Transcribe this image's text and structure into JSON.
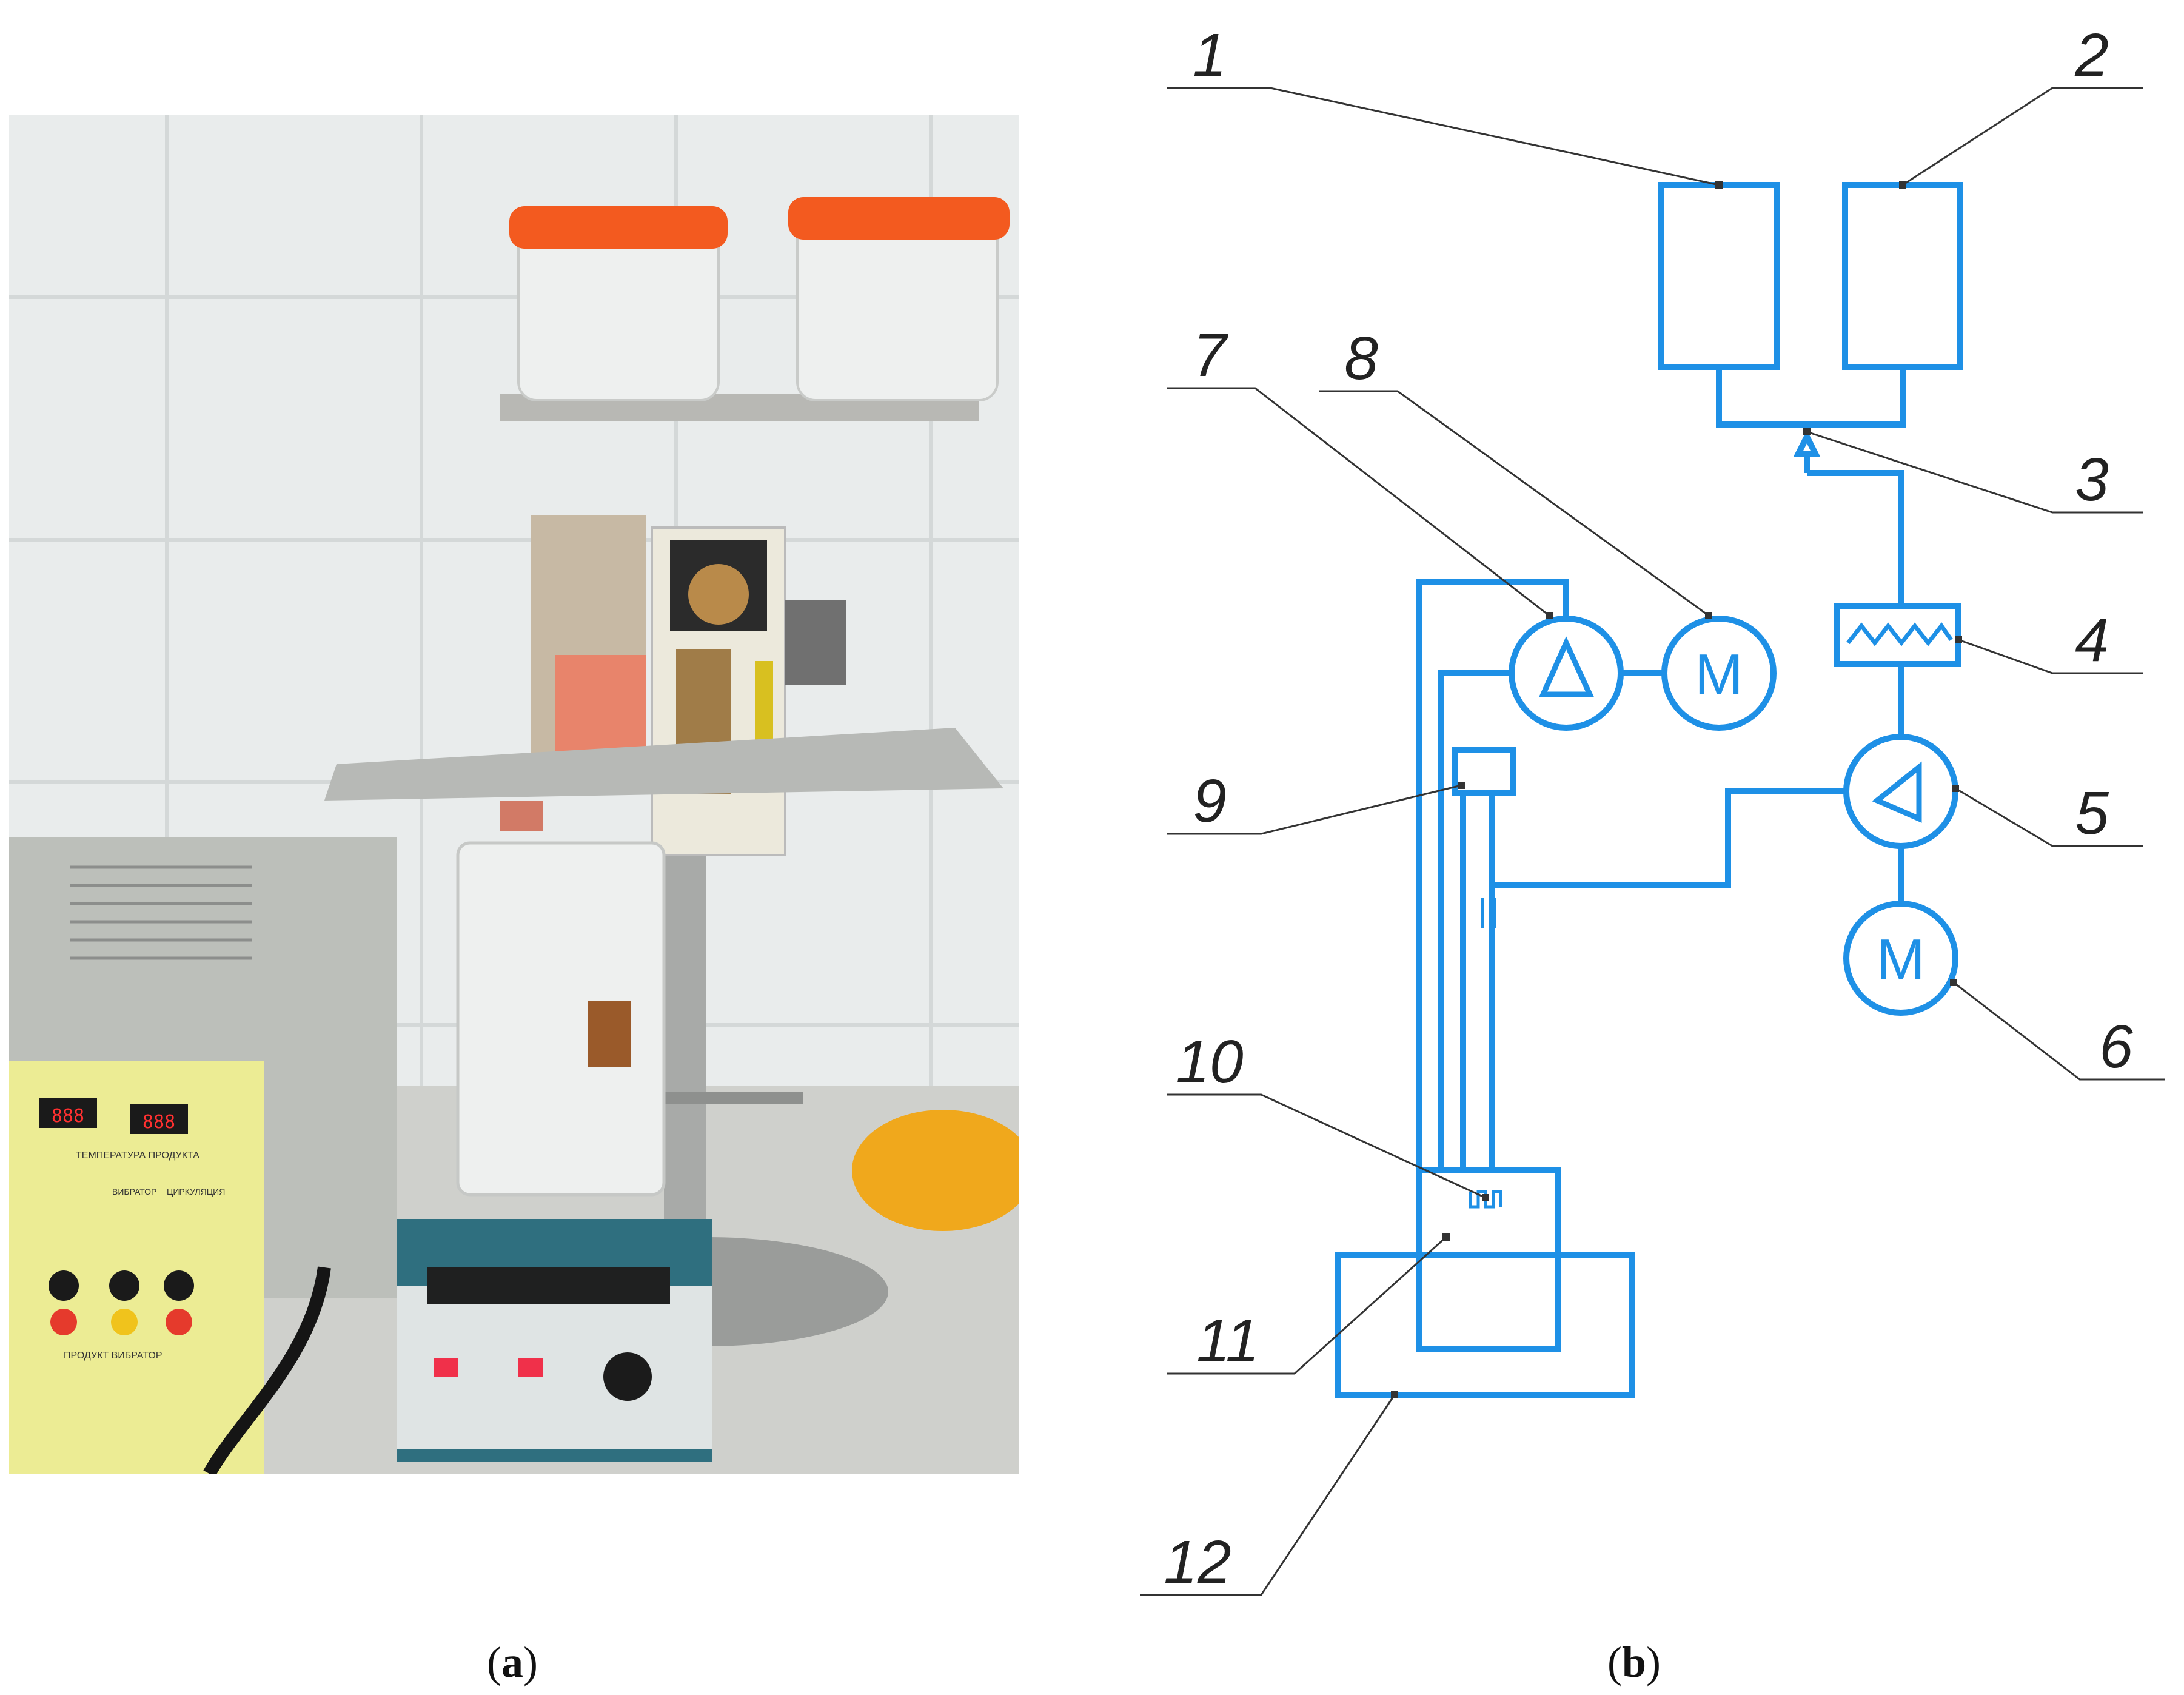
{
  "panels": {
    "a": {
      "caption_prefix": "(",
      "caption_letter": "a",
      "caption_suffix": ")"
    },
    "b": {
      "caption_prefix": "(",
      "caption_letter": "b",
      "caption_suffix": ")"
    }
  },
  "photo": {
    "panel_labels": {
      "temperature": "ТЕМПЕРАТУРА ПРОДУКТА",
      "vibrator": "ВИБРАТОР",
      "circulation": "ЦИРКУЛЯЦИЯ",
      "product_vibrator": "ПРОДУКТ ВИБРАТОР"
    },
    "display_values": [
      "888",
      "888"
    ]
  },
  "diagram": {
    "line_color": "#1e90e6",
    "motor_symbol": "M",
    "callouts": [
      "1",
      "2",
      "3",
      "4",
      "5",
      "6",
      "7",
      "8",
      "9",
      "10",
      "11",
      "12"
    ]
  }
}
